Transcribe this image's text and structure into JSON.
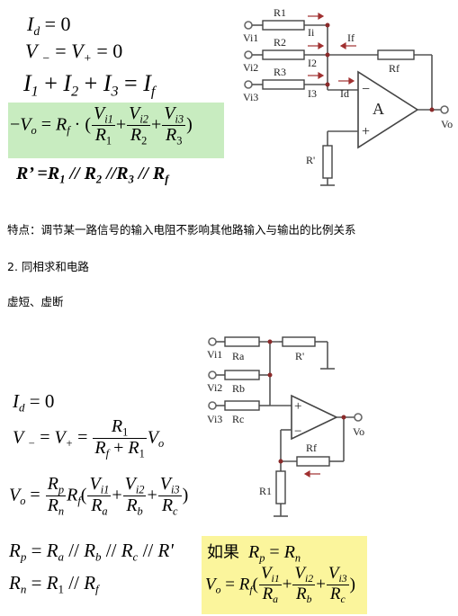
{
  "section1": {
    "eq_id": "Id = 0",
    "eq_v": "V− = V+ = 0",
    "eq_sum": "I1 + I2 + I3 = If",
    "eq_vo": "−Vo = Rf · (Vi1/R1 + Vi2/R2 + Vi3/R3)",
    "eq_r": "R’ = R1 // R2 //R3 // Rf",
    "highlight_color": "#c8ecc0",
    "circuit_labels": {
      "R1": "R1",
      "R2": "R2",
      "R3": "R3",
      "Rf": "Rf",
      "Rp": "R'",
      "I1": "Ii",
      "I2": "I2",
      "I3": "I3",
      "If": "If",
      "Id": "Id",
      "Vi1": "Vi1",
      "Vi2": "Vi2",
      "Vi3": "Vi3",
      "Vo": "Vo",
      "opamp": "A",
      "minus": "−",
      "plus": "+"
    }
  },
  "text": {
    "feature": "特点：调节某一路信号的输入电阻不影响其他路输入与输出的比例关系",
    "heading": "2. 同相求和电路",
    "virtual": "虚短、虚断"
  },
  "section2": {
    "eq_id": "Id = 0",
    "eq_v": "V− = V+ = R1/(Rf + R1) · Vo",
    "eq_vo": "Vo = Rp/Rn · Rf (Vi1/Ra + Vi2/Rb + Vi3/Rc)",
    "eq_rp": "Rp = Ra // Rb // Rc // R'",
    "eq_rn": "Rn = R1 // Rf",
    "cond_word": "如果",
    "cond_eq": "Rp = Rn",
    "final_eq": "Vo = Rf (Vi1/Ra + Vi2/Rb + Vi3/Rc)",
    "highlight_color": "#fbf59c",
    "circuit_labels": {
      "Ra": "Ra",
      "Rb": "Rb",
      "Rc": "Rc",
      "Rp": "R'",
      "Rf": "Rf",
      "R1": "R1",
      "Vi1": "Vi1",
      "Vi2": "Vi2",
      "Vi3": "Vi3",
      "Vo": "Vo",
      "plus": "+",
      "minus": "−"
    }
  }
}
